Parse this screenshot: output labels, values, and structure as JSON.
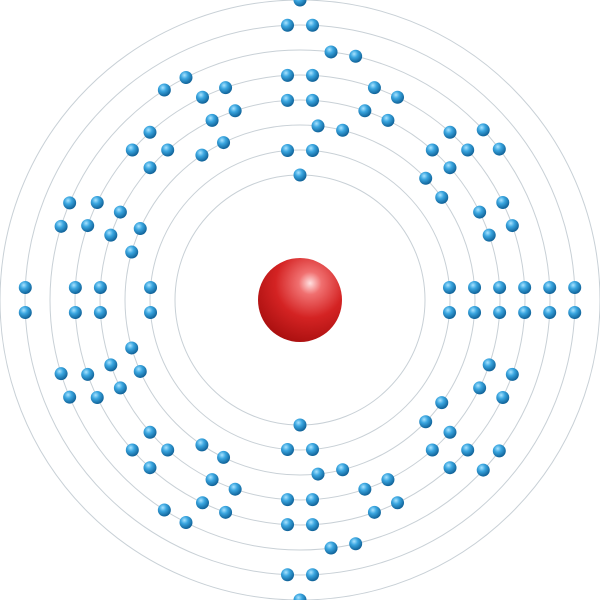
{
  "atom": {
    "nucleus_color": "#d42323",
    "electron_color": "#1f86c4",
    "shell_color": "#c8d0d6",
    "shells": [
      {
        "level": 1,
        "electrons": 2
      },
      {
        "level": 2,
        "electrons": 8
      },
      {
        "level": 3,
        "electrons": 18
      },
      {
        "level": 4,
        "electrons": 32
      },
      {
        "level": 5,
        "electrons": 32
      },
      {
        "level": 6,
        "electrons": 18
      },
      {
        "level": 7,
        "electrons": 8
      },
      {
        "level": 8,
        "electrons": 2
      }
    ]
  }
}
